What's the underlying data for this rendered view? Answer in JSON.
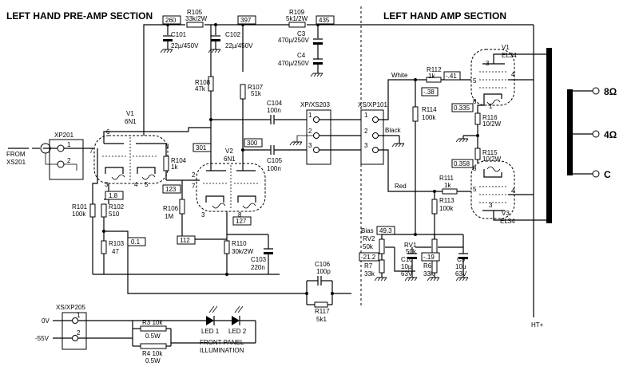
{
  "sections": {
    "preamp": "LEFT HAND PRE-AMP SECTION",
    "amp": "LEFT HAND AMP SECTION"
  },
  "voltages": {
    "v260": "260",
    "v397": "397",
    "v435": "435",
    "v301": "301",
    "v300": "300",
    "v123": "123",
    "v127": "127",
    "v112": "112",
    "v1_8": "1.8",
    "v0_1": "0.1",
    "v_41": "-.41",
    "v_38": "-.38",
    "v0335": "0.335",
    "v0358": "0.358",
    "v49_3": "49.3",
    "v21_2": "-21.2",
    "v_19": "-.19"
  },
  "resistors": {
    "R105": {
      "ref": "R105",
      "val": "33k/2W"
    },
    "R109": {
      "ref": "R109",
      "val": "5k1/2W"
    },
    "R108": {
      "ref": "R108",
      "val": "47k"
    },
    "R107": {
      "ref": "R107",
      "val": "51k"
    },
    "R104": {
      "ref": "R104",
      "val": "1k"
    },
    "R101": {
      "ref": "R101",
      "val": "100k"
    },
    "R102": {
      "ref": "R102",
      "val": "510"
    },
    "R103": {
      "ref": "R103",
      "val": "47"
    },
    "R106": {
      "ref": "R106",
      "val": "1M"
    },
    "R110": {
      "ref": "R110",
      "val": "30k/2W"
    },
    "R117": {
      "ref": "R117",
      "val": "5k1"
    },
    "R112": {
      "ref": "R112",
      "val": "1k"
    },
    "R114": {
      "ref": "R114",
      "val": "100k"
    },
    "R116": {
      "ref": "R116",
      "val": "10/2W"
    },
    "R115": {
      "ref": "R115",
      "val": "10/2W"
    },
    "R111": {
      "ref": "R111",
      "val": "1k"
    },
    "R113": {
      "ref": "R113",
      "val": "100k"
    },
    "R7": {
      "ref": "R7",
      "val": "33k"
    },
    "R6": {
      "ref": "R6",
      "val": "33k"
    },
    "R3": {
      "ref": "R3 10k",
      "val": "0.5W"
    },
    "R4": {
      "ref": "R4 10k",
      "val": "0.5W"
    }
  },
  "capacitors": {
    "C101": {
      "ref": "C101",
      "val": "22µ/450V"
    },
    "C102": {
      "ref": "C102",
      "val": "22µ/450V"
    },
    "C3": {
      "ref": "C3",
      "val": "470µ/250V"
    },
    "C4": {
      "ref": "C4",
      "val": "470µ/250V"
    },
    "C104": {
      "ref": "C104",
      "val": "100n"
    },
    "C105": {
      "ref": "C105",
      "val": "100n"
    },
    "C103": {
      "ref": "C103",
      "val": "220n"
    },
    "C106": {
      "ref": "C106",
      "val": "100p"
    },
    "C10": {
      "ref": "C10",
      "val": "10µ",
      "val2": "63V"
    },
    "C9": {
      "ref": "C9",
      "val": "10µ",
      "val2": "63V"
    }
  },
  "pots": {
    "RV2": {
      "ref": "RV2",
      "val": "50k"
    },
    "RV1": {
      "ref": "RV1",
      "val": "50k"
    }
  },
  "tubes": {
    "V1pre": {
      "ref": "V1",
      "type": "6N1"
    },
    "V2pre": {
      "ref": "V2",
      "type": "6N1"
    },
    "V1amp": {
      "ref": "V1",
      "type": "EL34"
    },
    "V3amp": {
      "ref": "V3",
      "type": "EL34"
    }
  },
  "connectors": {
    "xp201": "XP201",
    "from": "FROM",
    "xs201": "XS201",
    "xpxs203": "XP/XS203",
    "xsxp101": "XS/XP101",
    "xsxp205": "XS/XP205"
  },
  "wires": {
    "white": "White",
    "black": "Black",
    "red": "Red"
  },
  "outputs": {
    "o8": "8Ω",
    "o4": "4Ω",
    "oc": "C",
    "ht": "HT+"
  },
  "bias": "Bias",
  "power": {
    "zero": "0V",
    "neg55": "-55V"
  },
  "leds": {
    "led1": "LED 1",
    "led2": "LED 2",
    "front1": "FRONT PANEL",
    "front2": "ILLUMINATION"
  },
  "pins": {
    "p1": "1",
    "p2": "2",
    "p3": "3",
    "p4": "4",
    "p5": "5",
    "p6": "6",
    "p7": "7",
    "p8": "8"
  }
}
